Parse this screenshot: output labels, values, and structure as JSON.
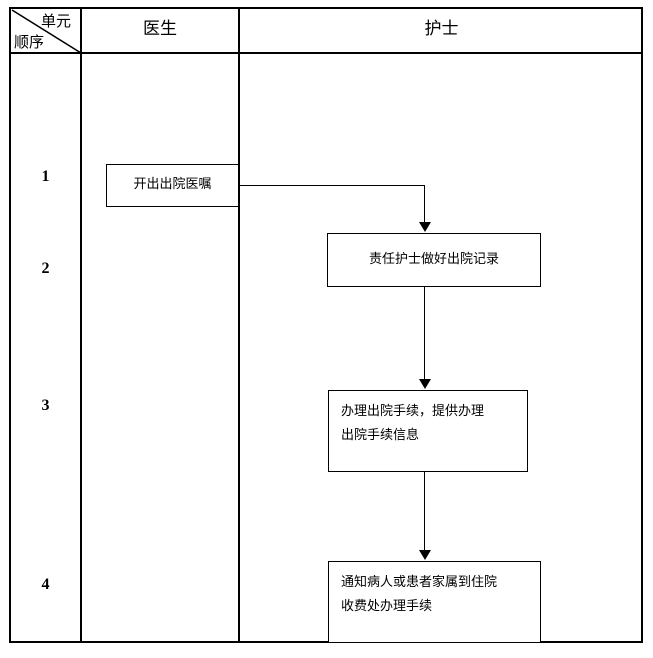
{
  "diagram": {
    "type": "swimlane-flowchart",
    "header": {
      "corner": {
        "top_right_label": "单元",
        "bottom_left_label": "顺序"
      },
      "columns": [
        {
          "name": "doctor",
          "label": "医生"
        },
        {
          "name": "nurse",
          "label": "护士"
        }
      ]
    },
    "rows": [
      {
        "number": "1"
      },
      {
        "number": "2"
      },
      {
        "number": "3"
      },
      {
        "number": "4"
      }
    ],
    "nodes": [
      {
        "id": "box-1",
        "lane": "doctor",
        "row": "1",
        "text": "开出出院医嘱"
      },
      {
        "id": "box-2",
        "lane": "nurse",
        "row": "2",
        "text": "责任护士做好出院记录"
      },
      {
        "id": "box-3",
        "lane": "nurse",
        "row": "3",
        "text": "办理出院手续，提供办理\n出院手续信息"
      },
      {
        "id": "box-4",
        "lane": "nurse",
        "row": "4",
        "text": "通知病人或患者家属到住院\n收费处办理手续"
      }
    ],
    "connectors": [
      {
        "id": "conn-1",
        "from": "box-1",
        "to": "box-2",
        "style": "elbow"
      },
      {
        "id": "conn-2",
        "from": "box-2",
        "to": "box-3",
        "style": "straight"
      },
      {
        "id": "conn-3",
        "from": "box-3",
        "to": "box-4",
        "style": "straight"
      }
    ],
    "colors": {
      "line": "#000000",
      "background": "#ffffff",
      "text": "#000000"
    }
  }
}
